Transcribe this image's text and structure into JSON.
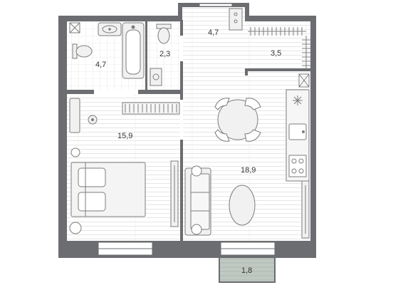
{
  "colors": {
    "wall": "#6b6d70",
    "floor": "#ffffff",
    "floor_lines": "#e4e4e4",
    "wet_floor": "#ffffff",
    "tile_lines": "#d0d0d0",
    "balcony": "#bfc9c2",
    "furniture_stroke": "#7c7c7c",
    "furniture_fill": "#f1f1f1",
    "text": "#333333"
  },
  "rooms": [
    {
      "id": "bathroom",
      "area": "4,7"
    },
    {
      "id": "toilet",
      "area": "2,3"
    },
    {
      "id": "hall",
      "area": "4,7"
    },
    {
      "id": "wardrobe",
      "area": "3,5"
    },
    {
      "id": "bedroom",
      "area": "15,9"
    },
    {
      "id": "kitchen-living",
      "area": "18,9"
    },
    {
      "id": "balcony",
      "area": "1,8"
    }
  ],
  "icons": [
    "sink-icon",
    "toilet-icon",
    "bathtub-icon",
    "washing-machine-icon",
    "round-table-icon",
    "chair-icon",
    "double-bed-icon",
    "sofa-icon",
    "stove-icon",
    "kitchen-sink-icon",
    "hanger-rail-icon",
    "ventilation-shaft-icon",
    "oval-rug-icon",
    "armchair-icon"
  ]
}
